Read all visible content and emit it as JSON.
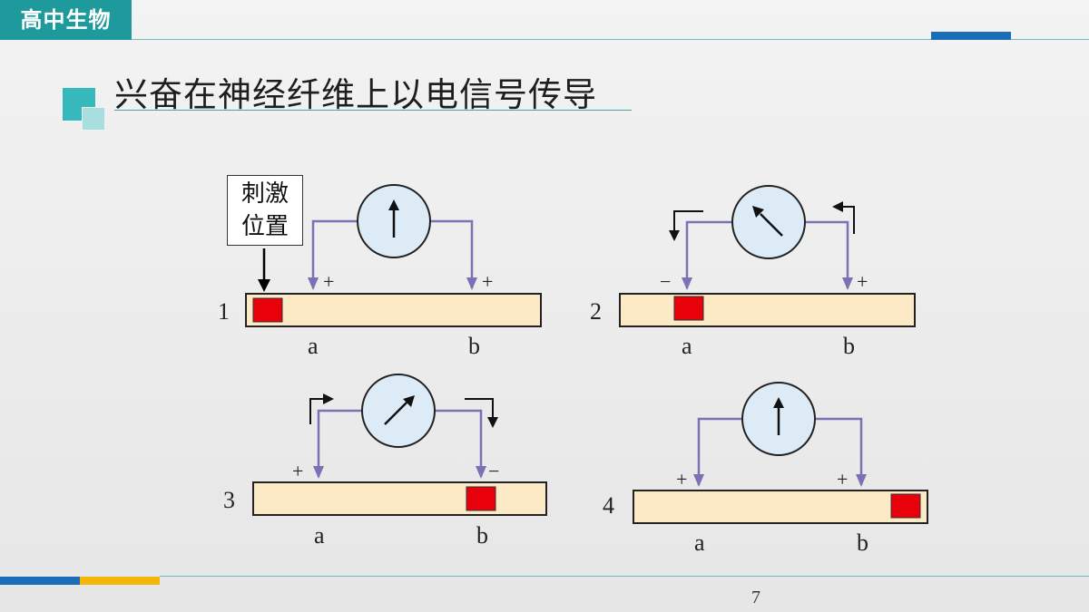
{
  "header": {
    "tag": "高中生物"
  },
  "slide": {
    "title": "兴奋在神经纤维上以电信号传导",
    "page_number": "7"
  },
  "stimulus_label": {
    "line1": "刺激",
    "line2": "位置"
  },
  "colors": {
    "teal": "#1f9a9c",
    "blue_accent": "#1a6eb8",
    "yellow_accent": "#f2b709",
    "fiber_fill": "#fce9c6",
    "electrode_wire": "#7b72b5",
    "meter_fill": "#dcebf5",
    "active_spot": "#e8000b"
  },
  "panels": [
    {
      "number": "1",
      "a": "a",
      "b": "b",
      "left_sign": "+",
      "right_sign": "+",
      "needle": "up",
      "active_spot": "left-edge"
    },
    {
      "number": "2",
      "a": "a",
      "b": "b",
      "left_sign": "−",
      "right_sign": "+",
      "needle": "up-left",
      "active_spot": "under-a"
    },
    {
      "number": "3",
      "a": "a",
      "b": "b",
      "left_sign": "+",
      "right_sign": "−",
      "needle": "up-right",
      "active_spot": "under-b"
    },
    {
      "number": "4",
      "a": "a",
      "b": "b",
      "left_sign": "+",
      "right_sign": "+",
      "needle": "up",
      "active_spot": "right-edge"
    }
  ]
}
